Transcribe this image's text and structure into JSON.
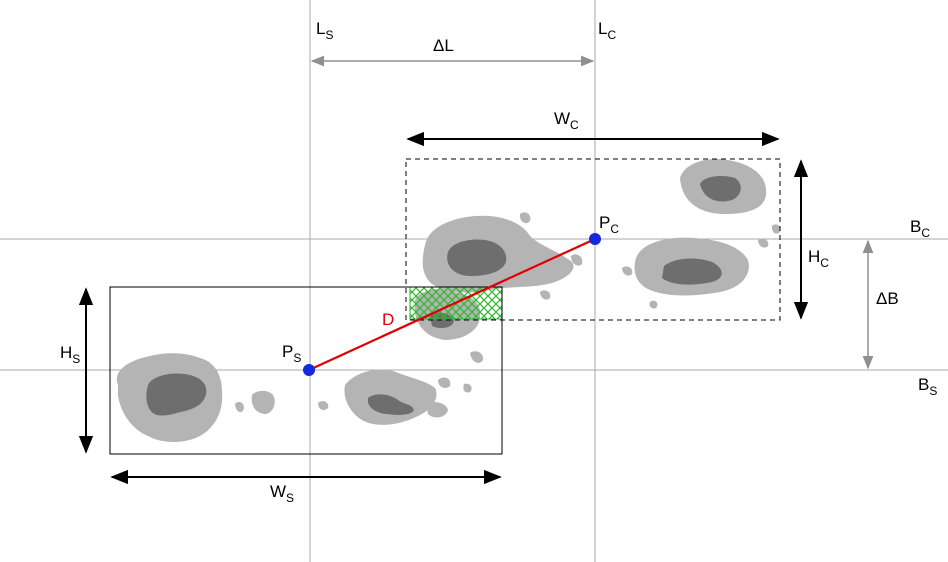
{
  "labels": {
    "l_s": {
      "main": "L",
      "sub": "S"
    },
    "l_c": {
      "main": "L",
      "sub": "C"
    },
    "delta_l": {
      "main": "ΔL"
    },
    "w_c": {
      "main": "W",
      "sub": "C"
    },
    "p_c": {
      "main": "P",
      "sub": "C"
    },
    "b_c": {
      "main": "B",
      "sub": "C"
    },
    "h_c": {
      "main": "H",
      "sub": "C"
    },
    "delta_b": {
      "main": "ΔB"
    },
    "b_s": {
      "main": "B",
      "sub": "S"
    },
    "h_s": {
      "main": "H",
      "sub": "S"
    },
    "p_s": {
      "main": "P",
      "sub": "S"
    },
    "d": {
      "main": "D"
    },
    "w_s": {
      "main": "W",
      "sub": "S"
    }
  },
  "colors": {
    "guide": "#a8a8a8",
    "arrow": "#000000",
    "guide_arrow": "#909090",
    "distance_line": "#e00000",
    "point": "#1428e0",
    "blob_light": "#b4b4b4",
    "blob_dark": "#6e6e6e",
    "overlap": "#2eb82e"
  }
}
